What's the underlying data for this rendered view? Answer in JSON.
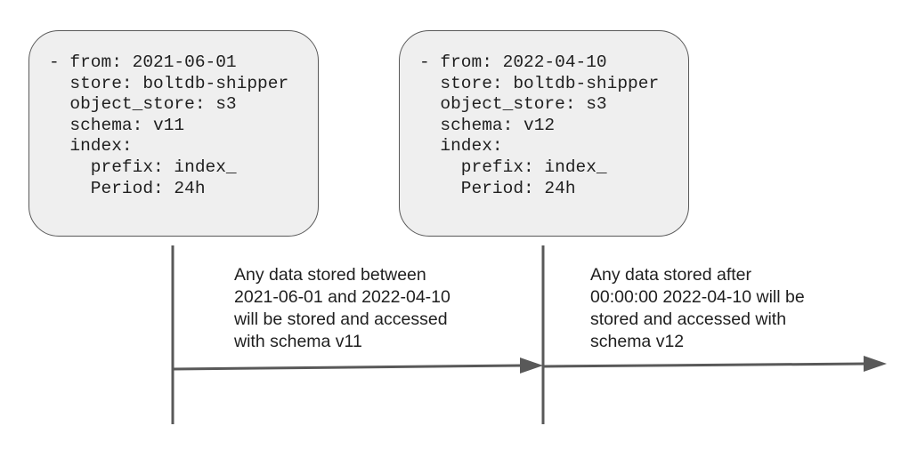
{
  "periods": [
    {
      "config_lines": [
        "- from: 2021-06-01",
        "  store: boltdb-shipper",
        "  object_store: s3",
        "  schema: v11",
        "  index:",
        "    prefix: index_",
        "    Period: 24h"
      ],
      "note_lines": [
        "Any data stored between",
        "2021-06-01 and 2022-04-10",
        "will be stored and accessed",
        "with schema v11"
      ]
    },
    {
      "config_lines": [
        "- from: 2022-04-10",
        "  store: boltdb-shipper",
        "  object_store: s3",
        "  schema: v12",
        "  index:",
        "    prefix: index_",
        "    Period: 24h"
      ],
      "note_lines": [
        "Any data stored after",
        "00:00:00 2022-04-10 will be",
        "stored and accessed with",
        "schema v12"
      ]
    }
  ],
  "colors": {
    "box_fill": "#efefef",
    "box_border": "#595959",
    "line": "#595959",
    "text": "#1f1f1f"
  }
}
